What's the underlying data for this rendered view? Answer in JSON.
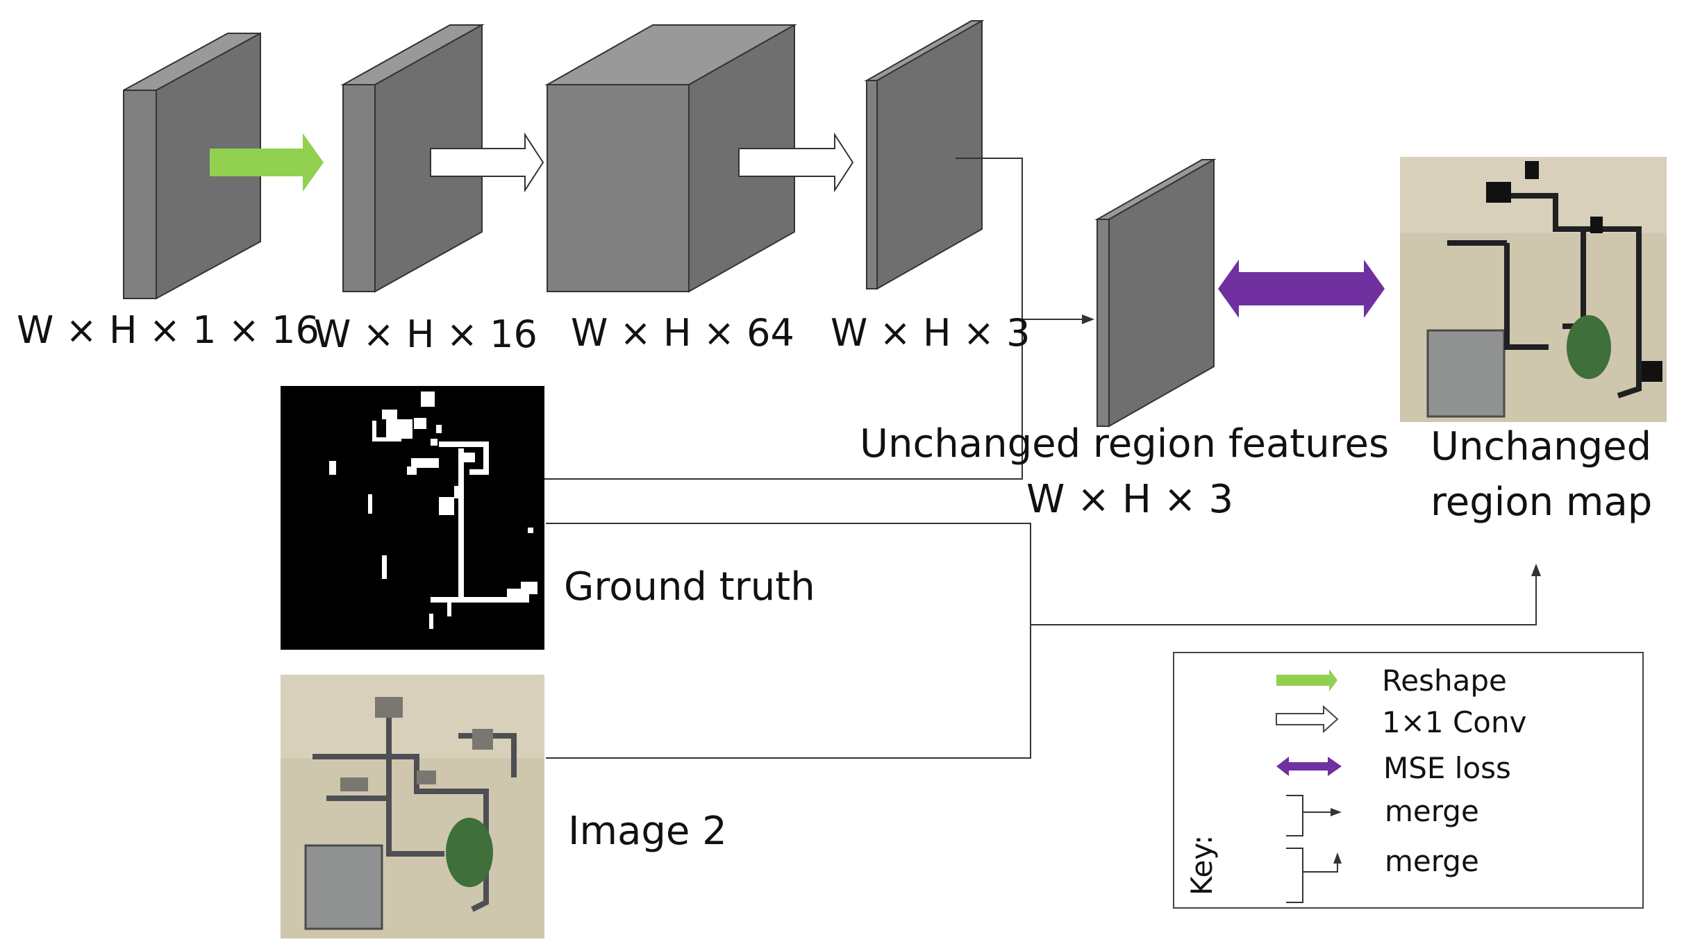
{
  "tensors": {
    "t1": "W × H × 1 × 16",
    "t2": "W × H × 16",
    "t3": "W × H × 64",
    "t4": "W × H × 3"
  },
  "unchanged_features": {
    "label": "Unchanged region features",
    "shape": "W × H × 3"
  },
  "unchanged_map": {
    "line1": "Unchanged",
    "line2": "region map"
  },
  "ground_truth": "Ground truth",
  "image2": "Image 2",
  "legend": {
    "title": "Key:",
    "items": [
      "Reshape",
      "1×1 Conv",
      "MSE loss",
      "merge",
      "merge"
    ]
  },
  "colors": {
    "block_front": "#808080",
    "block_side": "#6f6f6f",
    "block_top": "#999999",
    "reshape": "#92d050",
    "mse": "#7030a0",
    "satellite_base": "#cfc6ae"
  }
}
